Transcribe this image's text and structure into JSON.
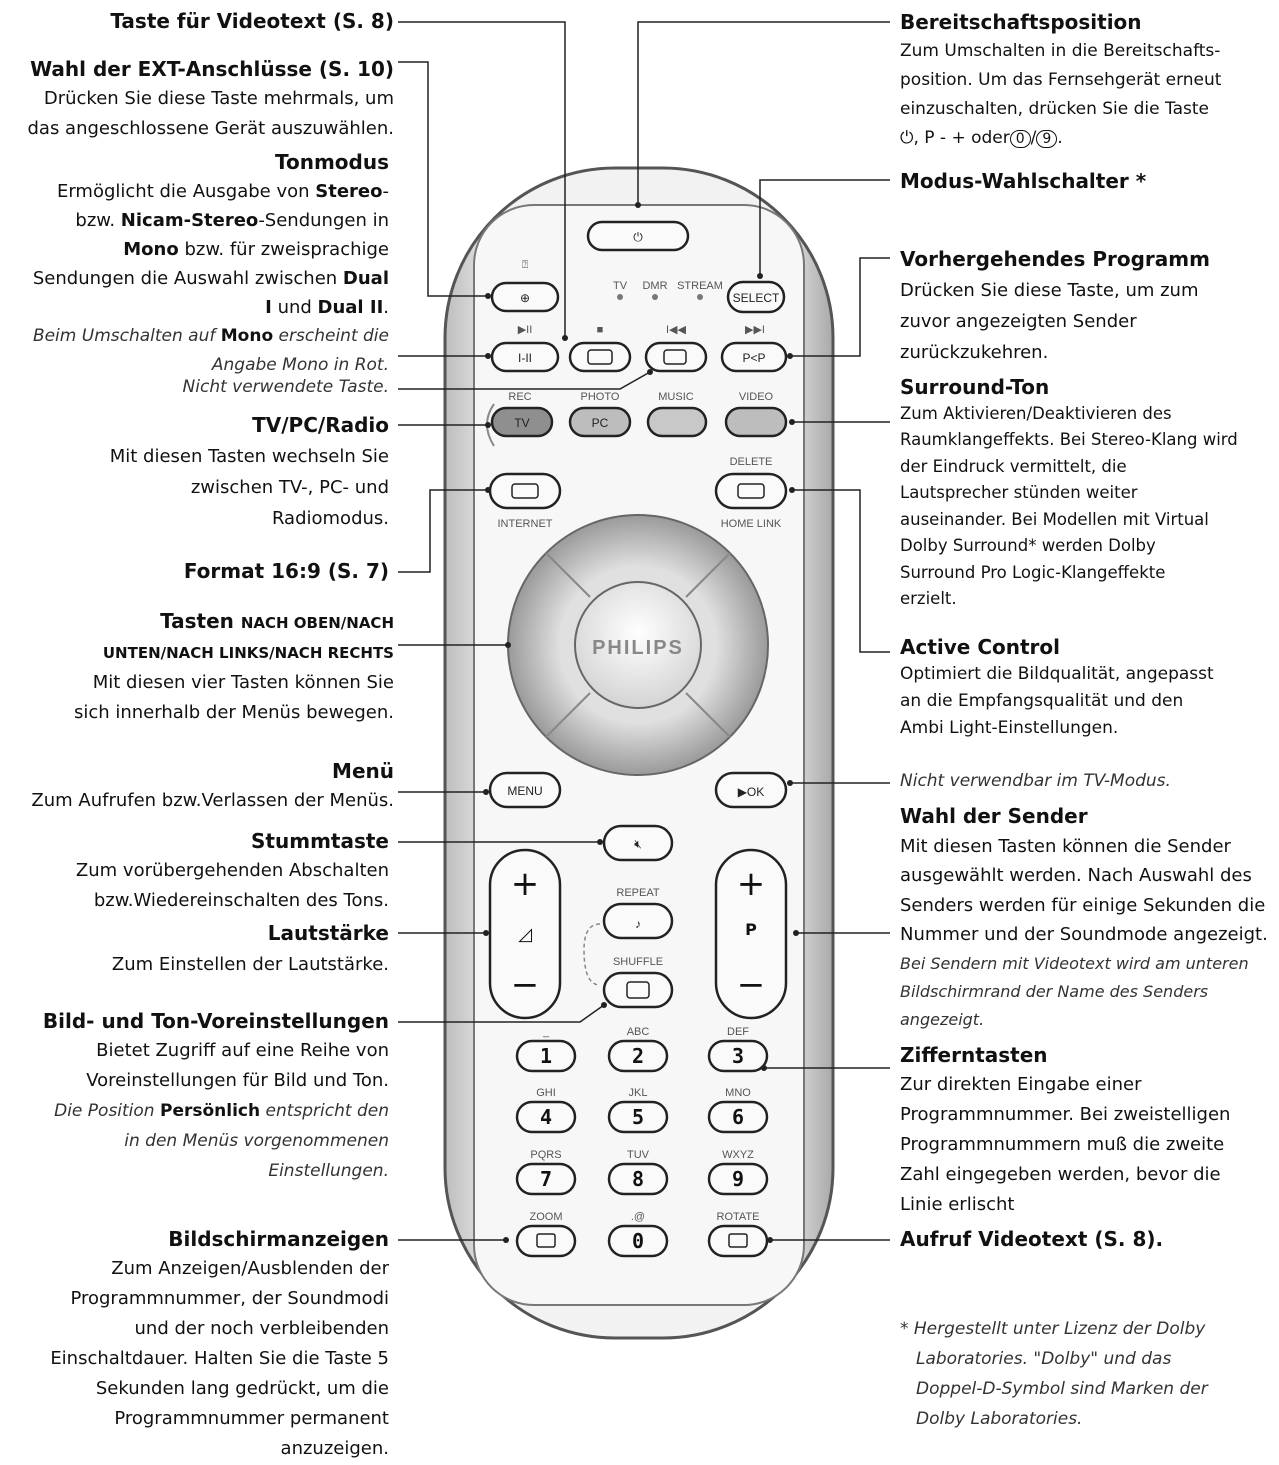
{
  "left": {
    "videotext": {
      "title": "Taste für Videotext (S. 8)"
    },
    "ext": {
      "title": "Wahl der EXT-Anschlüsse (S. 10)",
      "line1": "Drücken Sie diese Taste mehrmals, um",
      "line2": "das angeschlossene Gerät auszuwählen."
    },
    "tonmodus": {
      "title": "Tonmodus",
      "l1a": "Ermöglicht die Ausgabe von ",
      "l1b": "Stereo",
      "l1c": "-",
      "l2a": "bzw. ",
      "l2b": "Nicam-Stereo",
      "l2c": "-Sendungen in",
      "l3a": "Mono",
      "l3b": " bzw. für zweisprachige",
      "l4a": "Sendungen die Auswahl zwischen ",
      "l4b": "Dual",
      "l5a": "I",
      "l5b": " und ",
      "l5c": "Dual II",
      "l5d": ".",
      "n1a": "Beim Umschalten auf ",
      "n1b": "Mono",
      "n1c": " erscheint die",
      "n2": "Angabe Mono in Rot."
    },
    "unused": "Nicht verwendete Taste.",
    "tvpc": {
      "title": "TV/PC/Radio",
      "line1": "Mit diesen Tasten wechseln Sie",
      "line2": "zwischen TV-, PC- und",
      "line3": "Radiomodus."
    },
    "format": {
      "title": "Format 16:9 (S. 7)"
    },
    "arrows": {
      "title1a": "Tasten ",
      "title1b": "NACH OBEN/NACH",
      "title2": "UNTEN/NACH LINKS/NACH RECHTS",
      "line1": "Mit diesen vier Tasten können Sie",
      "line2": "sich innerhalb der Menüs bewegen."
    },
    "menu": {
      "title": "Menü",
      "line1": "Zum Aufrufen bzw.Verlassen der Menüs."
    },
    "mute": {
      "title": "Stummtaste",
      "line1": "Zum vorübergehenden Abschalten",
      "line2": "bzw.Wiedereinschalten des Tons."
    },
    "volume": {
      "title": "Lautstärke",
      "line1": "Zum Einstellen der Lautstärke."
    },
    "presets": {
      "title": "Bild- und Ton-Voreinstellungen",
      "line1": "Bietet Zugriff auf eine Reihe von",
      "line2": "Voreinstellungen für Bild und Ton.",
      "n1a": "Die Position ",
      "n1b": "Persönlich",
      "n1c": " entspricht den",
      "n2": "in den Menüs vorgenommenen",
      "n3": "Einstellungen."
    },
    "osd": {
      "title": "Bildschirmanzeigen",
      "line1": "Zum Anzeigen/Ausblenden der",
      "line2": "Programmnummer, der Soundmodi",
      "line3": "und der noch verbleibenden",
      "line4": "Einschaltdauer. Halten Sie die Taste 5",
      "line5": "Sekunden lang gedrückt, um die",
      "line6": "Programmnummer permanent",
      "line7": "anzuzeigen."
    }
  },
  "right": {
    "standby": {
      "title": "Bereitschaftsposition",
      "line1": "Zum Umschalten in die Bereitschafts-",
      "line2": "position. Um das Fernsehgerät erneut",
      "line3": "einzuschalten, drücken Sie die Taste",
      "line4": "⏻, P  - + oder",
      "key0": "0",
      "slash": "/",
      "key9": "9",
      "dot": "."
    },
    "mode": {
      "title": "Modus-Wahlschalter *"
    },
    "prev": {
      "title": "Vorhergehendes Programm",
      "line1": "Drücken Sie diese Taste, um zum",
      "line2": "zuvor angezeigten Sender",
      "line3": "zurückzukehren."
    },
    "surround": {
      "title": "Surround-Ton",
      "line1": "Zum Aktivieren/Deaktivieren des",
      "line2": "Raumklangeffekts. Bei Stereo-Klang wird",
      "line3": "der Eindruck vermittelt, die",
      "line4": "Lautsprecher stünden weiter",
      "line5": "auseinander. Bei Modellen mit Virtual",
      "line6": "Dolby Surround* werden Dolby",
      "line7": "Surround Pro Logic-Klangeffekte",
      "line8": "erzielt."
    },
    "active": {
      "title": "Active Control",
      "line1": "Optimiert die Bildqualität, angepasst",
      "line2": "an die Empfangsqualität und den",
      "line3": "Ambi Light-Einstellungen."
    },
    "notusable": "Nicht verwendbar im TV-Modus.",
    "channels": {
      "title": "Wahl der Sender",
      "line1": "Mit diesen Tasten können die Sender",
      "line2": "ausgewählt werden. Nach Auswahl des",
      "line3": "Senders werden für einige Sekunden die",
      "line4": "Nummer und der Soundmode angezeigt.",
      "n1": "Bei Sendern mit Videotext wird am unteren",
      "n2": "Bildschirmrand der Name des Senders",
      "n3": "angezeigt."
    },
    "digits": {
      "title": "Zifferntasten",
      "line1": "Zur direkten Eingabe einer",
      "line2": "Programmnummer. Bei zweistelligen",
      "line3": "Programmnummern muß die zweite",
      "line4": "Zahl eingegeben werden, bevor die",
      "line5": "Linie erlischt"
    },
    "teletext": {
      "title": "Aufruf Videotext (S. 8)."
    },
    "footnote": {
      "line1": "* Hergestellt unter Lizenz der Dolby",
      "line2": "Laboratories. \"Dolby\" und das",
      "line3": "Doppel-D-Symbol sind Marken der",
      "line4": "Dolby Laboratories."
    }
  },
  "remote": {
    "mode_labels": [
      "TV",
      "DMR",
      "STREAM"
    ],
    "select": "SELECT",
    "top_labels": [
      "▶II",
      "■",
      "I◀◀",
      "▶▶I"
    ],
    "row2": [
      "I-II",
      "",
      "",
      "P<P"
    ],
    "source_labels": [
      "REC",
      "PHOTO",
      "MUSIC",
      "VIDEO"
    ],
    "source_buttons": [
      "TV",
      "PC",
      "",
      ""
    ],
    "delete": "DELETE",
    "internet": "INTERNET",
    "homelink": "HOME LINK",
    "brand": "PHILIPS",
    "menu": "MENU",
    "ok": "▶OK",
    "repeat": "REPEAT",
    "shuffle": "SHUFFLE",
    "plus": "+",
    "minus": "−",
    "p": "P",
    "digits": [
      {
        "label": "_",
        "key": "1"
      },
      {
        "label": "ABC",
        "key": "2"
      },
      {
        "label": "DEF",
        "key": "3"
      },
      {
        "label": "GHI",
        "key": "4"
      },
      {
        "label": "JKL",
        "key": "5"
      },
      {
        "label": "MNO",
        "key": "6"
      },
      {
        "label": "PQRS",
        "key": "7"
      },
      {
        "label": "TUV",
        "key": "8"
      },
      {
        "label": "WXYZ",
        "key": "9"
      },
      {
        "label": "ZOOM",
        "key": ""
      },
      {
        "label": ".@",
        "key": "0"
      },
      {
        "label": "ROTATE",
        "key": ""
      }
    ]
  }
}
